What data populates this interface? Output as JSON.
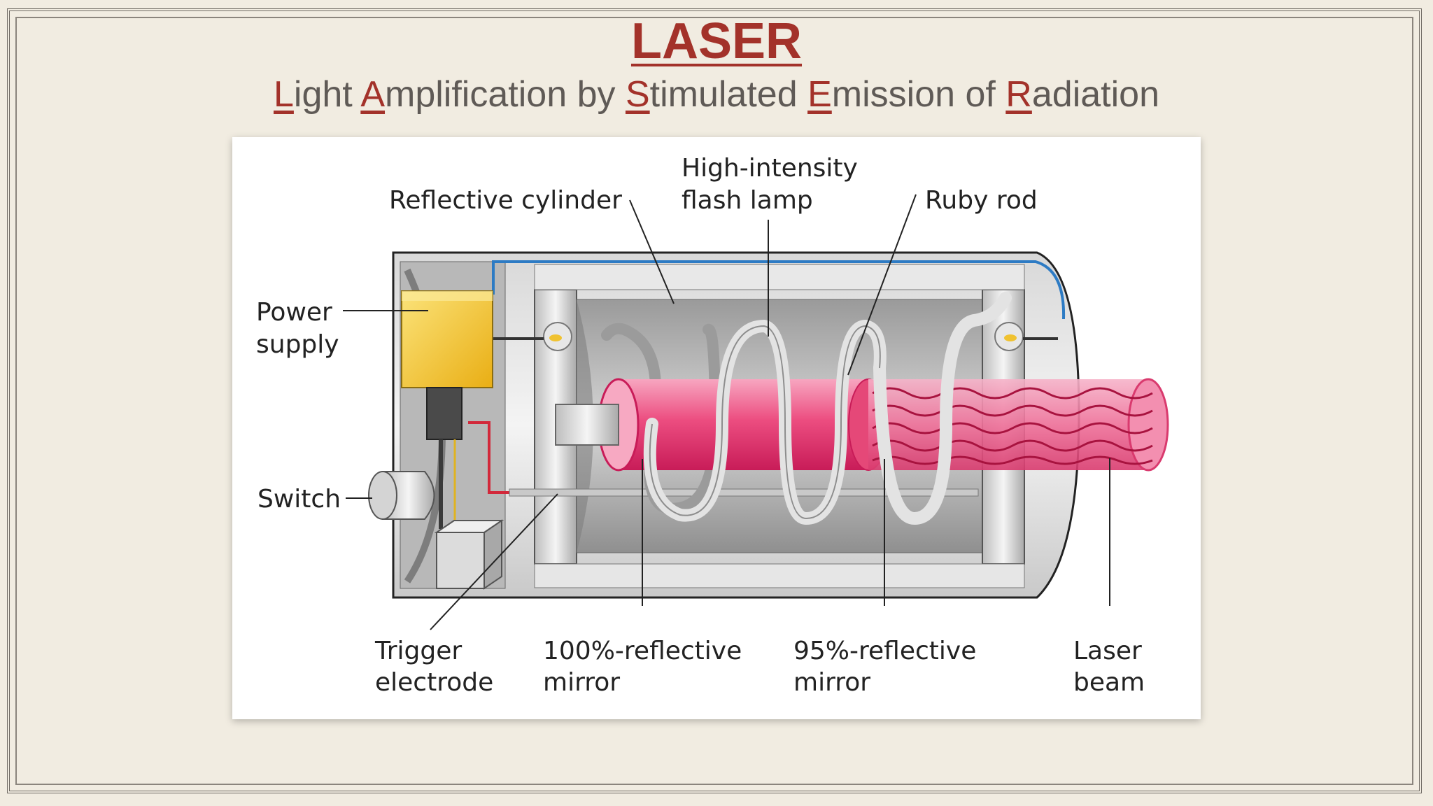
{
  "title": "LASER",
  "subtitle": {
    "parts": [
      {
        "cap": "L",
        "rest": "ight "
      },
      {
        "cap": "A",
        "rest": "mplification by "
      },
      {
        "cap": "S",
        "rest": "timulated "
      },
      {
        "cap": "E",
        "rest": "mission of "
      },
      {
        "cap": "R",
        "rest": "adiation"
      }
    ]
  },
  "diagram": {
    "labels": {
      "reflective_cylinder": "Reflective cylinder",
      "flash_lamp_1": "High-intensity",
      "flash_lamp_2": "flash lamp",
      "ruby_rod": "Ruby rod",
      "power_supply_1": "Power",
      "power_supply_2": "supply",
      "switch": "Switch",
      "trigger_1": "Trigger",
      "trigger_2": "electrode",
      "mirror100_1": "100%-reflective",
      "mirror100_2": "mirror",
      "mirror95_1": "95%-reflective",
      "mirror95_2": "mirror",
      "laser_beam_1": "Laser",
      "laser_beam_2": "beam"
    },
    "colors": {
      "title": "#a3322a",
      "ruby": "#e9336e",
      "power_supply": "#f6c93a",
      "wire_blue": "#2d7bc4",
      "wire_red": "#d2283a"
    }
  }
}
